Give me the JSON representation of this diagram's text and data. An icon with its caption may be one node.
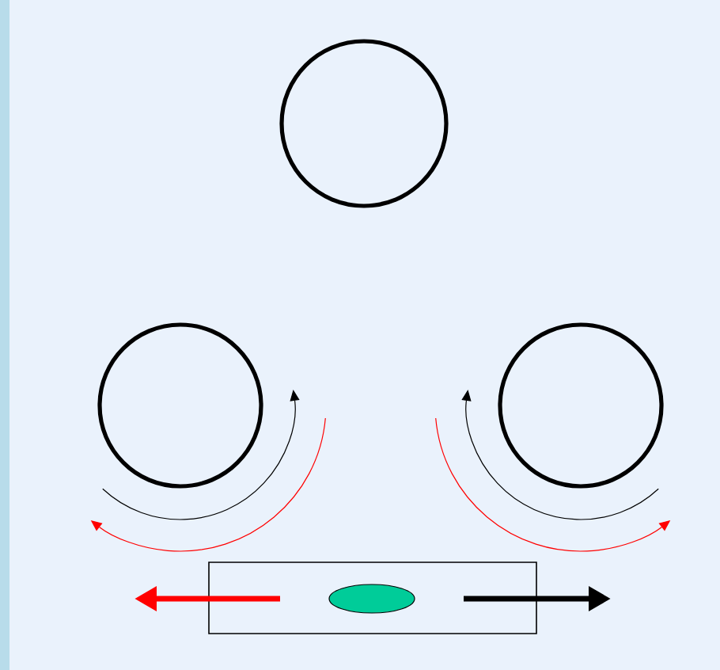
{
  "diagram": {
    "nodes": [
      {
        "text": [],
        "shape": "circle"
      },
      {
        "text": [],
        "shape": "circle"
      },
      {
        "text": [],
        "shape": "circle"
      },
      {
        "text": [],
        "shape": "box"
      },
      {
        "text": [],
        "shape": "ellipse",
        "in": 3
      }
    ]
  }
}
